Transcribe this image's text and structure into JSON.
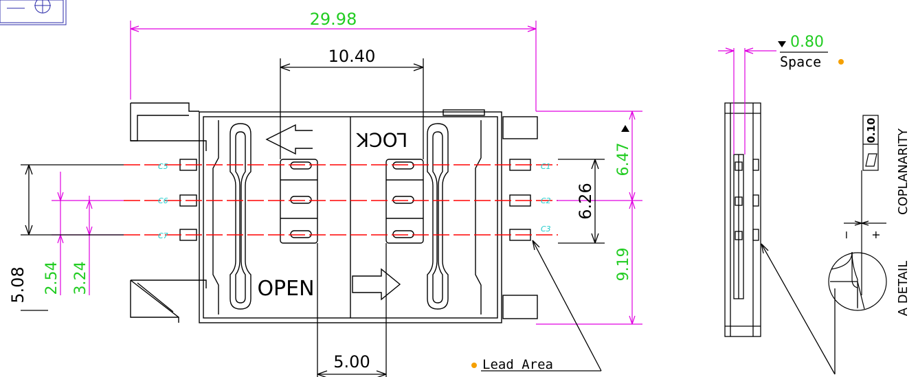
{
  "colors": {
    "black": "#000000",
    "magenta": "#e000e0",
    "green": "#22cc22",
    "red": "#ff0000",
    "cyan": "#22cccc",
    "blue": "#2a2aa8",
    "orange": "#f5a000"
  },
  "dimensions": {
    "overall_width": "29.98",
    "inner_width": "10.40",
    "pitch_x": "5.00",
    "height_left": "5.08",
    "pitch_y_green": "2.54",
    "height_3_24": "3.24",
    "height_right": "6.26",
    "offset_top": "6.47",
    "offset_bottom": "9.19",
    "side_space": "0.80"
  },
  "labels": {
    "lock": "LOCK",
    "open": "OPEN",
    "lead_area": "Lead Area",
    "space": "Space",
    "coplanarity": "COPLANARITY",
    "detail": "A DETAIL",
    "tolerance": "0.10",
    "minus": "−",
    "plus": "+"
  },
  "contacts": {
    "left": [
      "C5",
      "C6",
      "C7"
    ],
    "right": [
      "C1",
      "C2",
      "C3"
    ]
  }
}
